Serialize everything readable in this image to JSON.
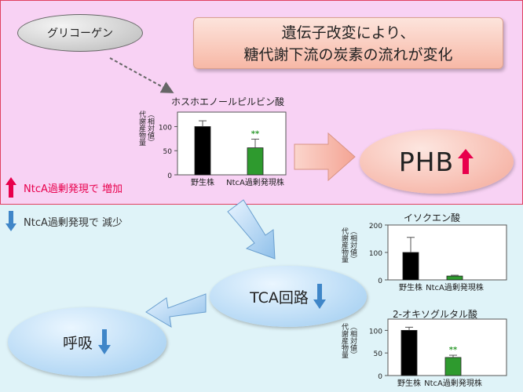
{
  "diagram": {
    "glycogen_label": "グリコーゲン",
    "headline_line1": "遺伝子改変により、",
    "headline_line2": "糖代謝下流の炭素の流れが変化",
    "phb_label": "PHB",
    "tca_label": "TCA回路",
    "respiration_label": "呼吸",
    "legend_increase": "NtcA過剰発現で 増加",
    "legend_decrease": "NtcA過剰発現で 減少",
    "colors": {
      "increase": "#e8004c",
      "decrease": "#3f86c8"
    }
  },
  "chart_data": [
    {
      "type": "bar",
      "title": "ホスホエノールピルビン酸",
      "ylabel": "代謝産物量（相対値）",
      "ylim": [
        0,
        130
      ],
      "yticks": [
        0,
        50,
        100
      ],
      "categories": [
        "野生株",
        "NtcA過剰発現株"
      ],
      "values": [
        100,
        56
      ],
      "errors": [
        12,
        18
      ],
      "bar_colors": [
        "#000000",
        "#2e9a2e"
      ],
      "annotations": [
        "",
        "**"
      ]
    },
    {
      "type": "bar",
      "title": "イソクエン酸",
      "ylabel": "代謝産物量（相対値）",
      "ylim": [
        0,
        200
      ],
      "yticks": [
        0,
        100,
        200
      ],
      "categories": [
        "野生株",
        "NtcA過剰発現株"
      ],
      "values": [
        100,
        14
      ],
      "errors": [
        55,
        3
      ],
      "bar_colors": [
        "#000000",
        "#2e9a2e"
      ],
      "annotations": [
        "",
        ""
      ]
    },
    {
      "type": "bar",
      "title": "2-オキソグルタル酸",
      "ylabel": "代謝産物量（相対値）",
      "ylim": [
        0,
        125
      ],
      "yticks": [
        0,
        50,
        100
      ],
      "categories": [
        "野生株",
        "NtcA過剰発現株"
      ],
      "values": [
        100,
        40
      ],
      "errors": [
        7,
        5
      ],
      "bar_colors": [
        "#000000",
        "#2e9a2e"
      ],
      "annotations": [
        "",
        "**"
      ]
    }
  ]
}
